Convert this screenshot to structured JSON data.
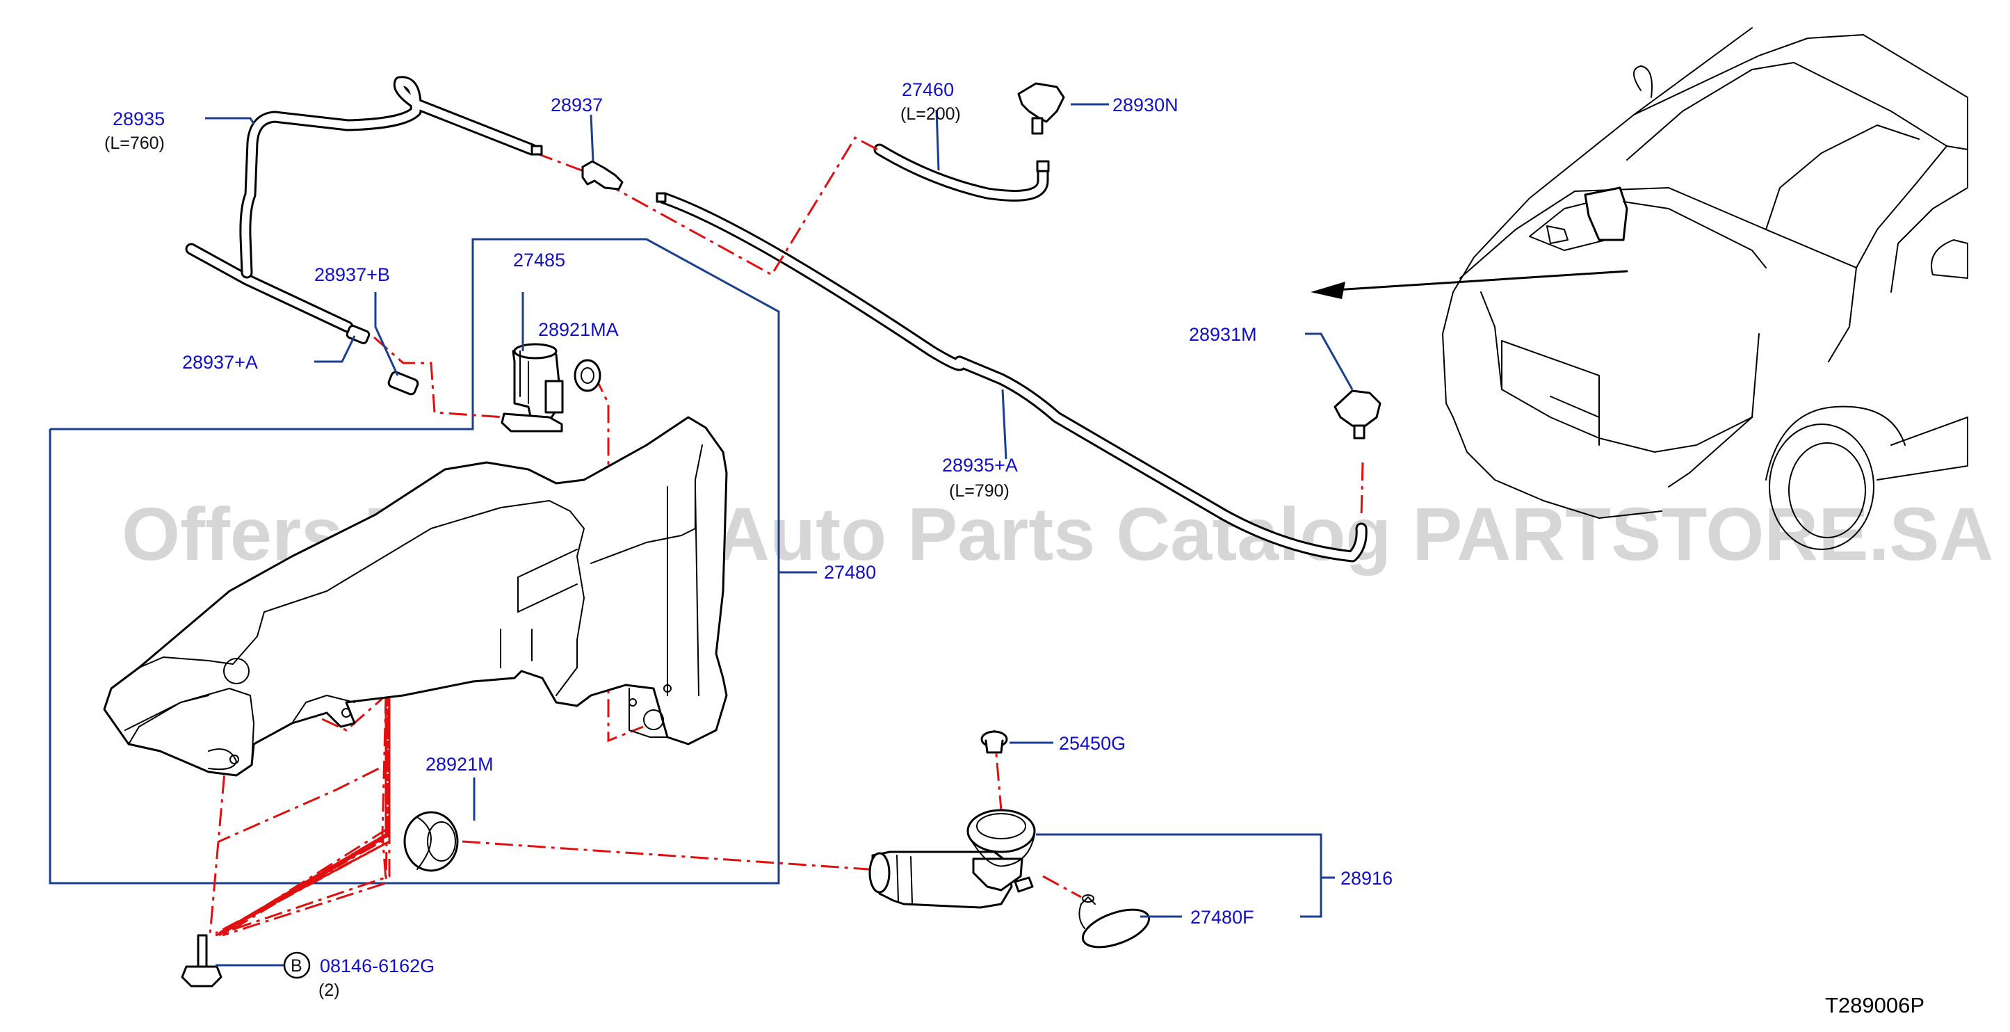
{
  "watermark": "Offers Merchant Auto Parts Catalog PARTSTORE.SA",
  "reference_code": "T289006P",
  "callouts": {
    "c28935": {
      "number": "28935",
      "note": "(L=760)"
    },
    "c28937": {
      "number": "28937"
    },
    "c27460": {
      "number": "27460",
      "note": "(L=200)"
    },
    "c28930N": {
      "number": "28930N"
    },
    "c28937B": {
      "number": "28937+B"
    },
    "c28937A": {
      "number": "28937+A"
    },
    "c27485": {
      "number": "27485"
    },
    "c28921MA": {
      "number": "28921MA"
    },
    "c28931M": {
      "number": "28931M"
    },
    "c28935A": {
      "number": "28935+A",
      "note": "(L=790)"
    },
    "c27480": {
      "number": "27480"
    },
    "c25450G": {
      "number": "25450G"
    },
    "c28921M": {
      "number": "28921M"
    },
    "c28916": {
      "number": "28916"
    },
    "c27480F": {
      "number": "27480F"
    },
    "c08146": {
      "number": "08146-6162G",
      "badge": "B",
      "note": "(2)"
    }
  },
  "colors": {
    "callout_text": "#1010c8",
    "leader_line": "#1a3f8f",
    "chain_line": "#e01010",
    "watermark": "#c9c9c9"
  }
}
